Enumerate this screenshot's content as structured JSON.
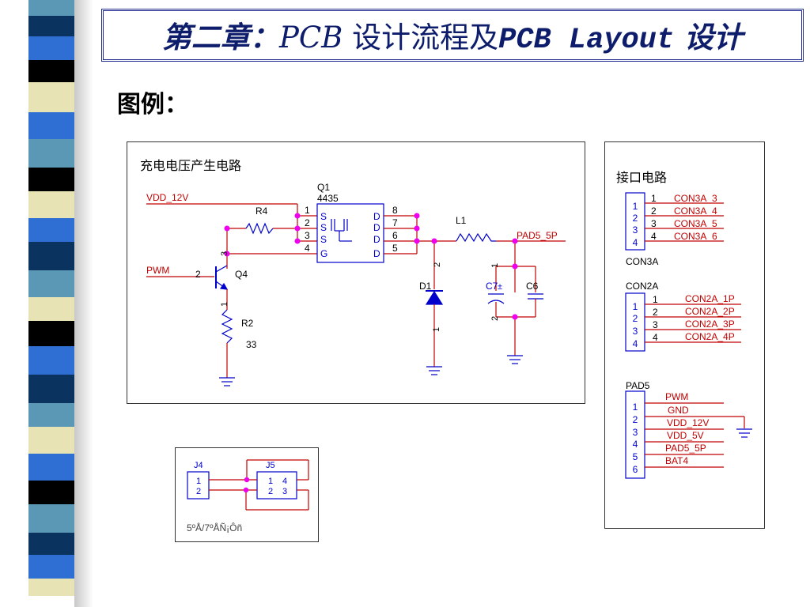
{
  "slide": {
    "title_part1": "第二章：",
    "title_part2": "PCB",
    "title_part3": " 设计流程及",
    "title_part4": "PCB Layout",
    "title_part5": " 设计",
    "legend": "图例："
  },
  "colors": {
    "title": "#0e1d6b",
    "wire": "#c00000",
    "component": "#0000cc",
    "junction": "#ee00ee",
    "stripe_blue": "#2f6fd3",
    "stripe_navy": "#0a3360",
    "stripe_cream": "#e7e3b4",
    "stripe_teal": "#5a98b6",
    "stripe_black": "#000000"
  },
  "charge_circuit": {
    "heading": "充电电压产生电路",
    "vdd": "VDD_12V",
    "pwm": "PWM",
    "q1_ref": "Q1",
    "q1_part": "4435",
    "r4": "R4",
    "q4": "Q4",
    "r2": "R2",
    "r2_value": "33",
    "l1": "L1",
    "d1": "D1",
    "c7": "C7",
    "c6": "C6",
    "pad_out": "PAD5_5P",
    "q1_pins_left": [
      "1",
      "2",
      "3",
      "4"
    ],
    "q1_pins_right": [
      "8",
      "7",
      "6",
      "5"
    ],
    "q1_letters_left": [
      "S",
      "S",
      "S",
      "G"
    ],
    "q1_letters_right": [
      "D",
      "D",
      "D",
      "D"
    ],
    "q4_pin_base": "2",
    "q4_pin_collector": "3",
    "q4_pin_emitter": "1",
    "d1_pin_top": "2",
    "d1_pin_bottom": "1",
    "c7_pin_top": "1",
    "c7_pin_bottom": "2"
  },
  "interface_circuit": {
    "heading": "接口电路",
    "con3a": {
      "ref": "CON3A",
      "box_pins": [
        "1",
        "2",
        "3",
        "4"
      ],
      "pins": [
        "1",
        "2",
        "3",
        "4"
      ],
      "nets": [
        "CON3A_3",
        "CON3A_4",
        "CON3A_5",
        "CON3A_6"
      ]
    },
    "con2a": {
      "ref": "CON2A",
      "box_pins": [
        "1",
        "2",
        "3",
        "4"
      ],
      "pins": [
        "1",
        "2",
        "3",
        "4"
      ],
      "nets": [
        "CON2A_1P",
        "CON2A_2P",
        "CON2A_3P",
        "CON2A_4P"
      ]
    },
    "pad5": {
      "ref": "PAD5",
      "box_pins": [
        "1",
        "2",
        "3",
        "4",
        "5",
        "6"
      ],
      "nets": [
        "PWM",
        "GND",
        "VDD_12V",
        "VDD_5V",
        "PAD5_5P",
        "BAT4"
      ]
    }
  },
  "jumper_panel": {
    "j4": "J4",
    "j5": "J5",
    "j4_pins": [
      "1",
      "2"
    ],
    "j5_pins_left": [
      "1",
      "2"
    ],
    "j5_pins_right": [
      "4",
      "3"
    ],
    "caption": "5ºÅ/7ºÅÑ¡Ôñ"
  }
}
